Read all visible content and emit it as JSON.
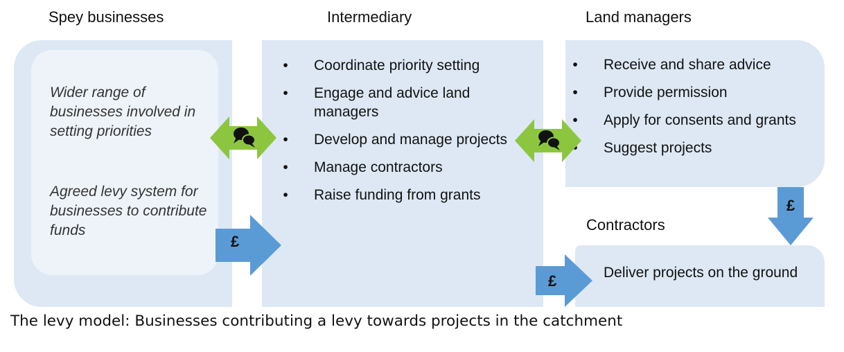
{
  "columns": {
    "spey": {
      "title": "Spey businesses",
      "items": [
        "Wider range of businesses involved in setting priorities",
        "Agreed levy system for businesses to contribute funds"
      ]
    },
    "intermediary": {
      "title": "Intermediary",
      "items": [
        "Coordinate priority setting",
        "Engage and advice land managers",
        "Develop and manage projects",
        "Manage contractors",
        "Raise funding from grants"
      ]
    },
    "land_managers": {
      "title": "Land managers",
      "items": [
        "Receive and share advice",
        "Provide permission",
        "Apply for consents and grants",
        "Suggest projects"
      ]
    },
    "contractors": {
      "title": "Contractors",
      "items": [
        "Deliver projects on the ground"
      ]
    }
  },
  "arrows": {
    "money_symbol": "£",
    "money_color": "#5b9bd5",
    "dialogue_color": "#8cc63f",
    "bullet": "•"
  },
  "caption": "The levy model: Businesses contributing a levy towards projects in the catchment"
}
